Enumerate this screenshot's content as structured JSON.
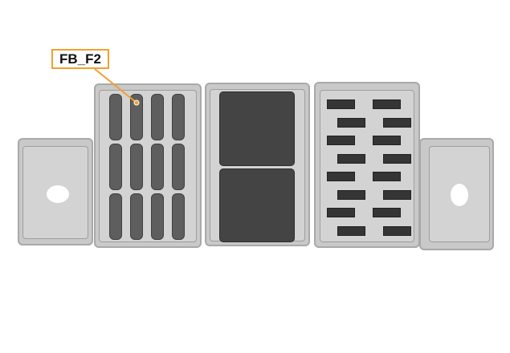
{
  "callout": {
    "label": "FB_F2",
    "color": "#f0a030"
  },
  "fuse_block": {
    "rows": 3,
    "columns": 4,
    "highlighted": {
      "row": 1,
      "column": 2
    }
  },
  "relay_block": {
    "relays": 2
  },
  "mini_fuse_block": {
    "rows": 8,
    "columns": 2
  }
}
